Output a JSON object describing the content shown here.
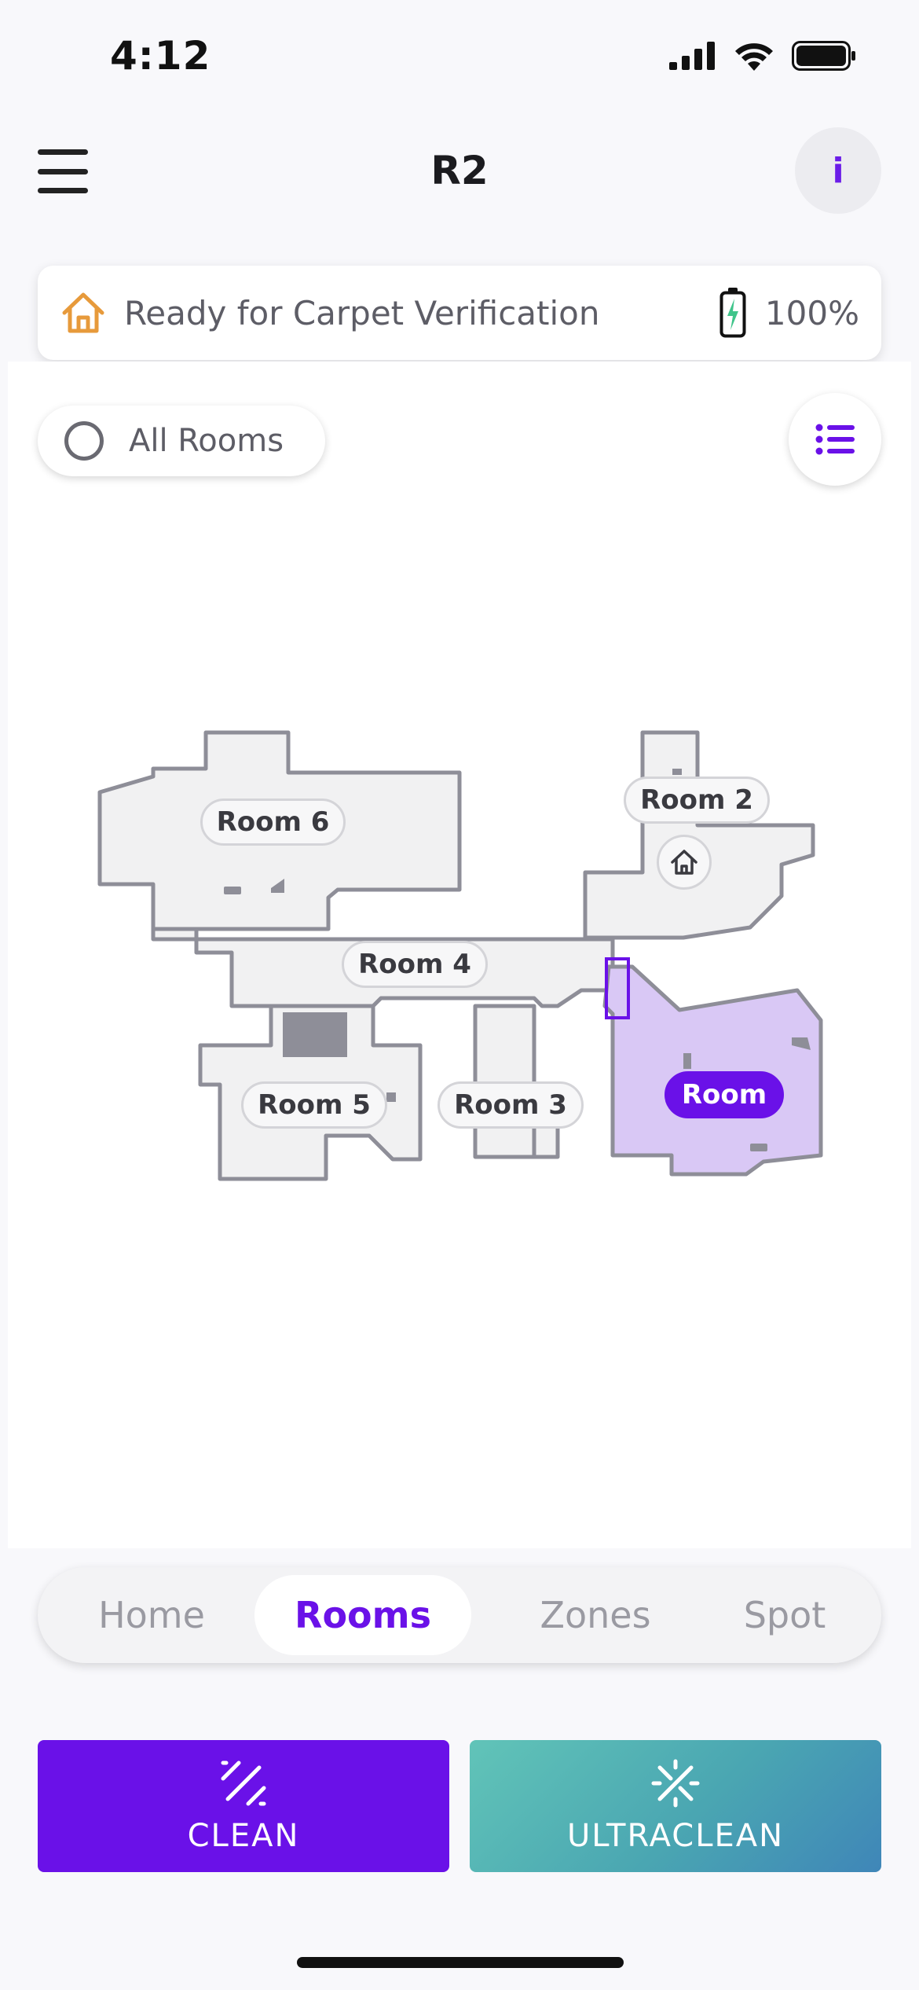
{
  "status_bar": {
    "time": "4:12"
  },
  "header": {
    "title": "R2",
    "info_label": "i"
  },
  "status_card": {
    "message": "Ready for Carpet Verification",
    "battery": "100%"
  },
  "map": {
    "all_rooms_label": "All Rooms",
    "rooms": [
      {
        "label": "Room 6",
        "selected": false
      },
      {
        "label": "Room 2",
        "selected": false
      },
      {
        "label": "Room 4",
        "selected": false
      },
      {
        "label": "Room 5",
        "selected": false
      },
      {
        "label": "Room 3",
        "selected": false
      },
      {
        "label": "Room",
        "selected": true
      }
    ]
  },
  "mode_tabs": [
    {
      "label": "Home",
      "active": false
    },
    {
      "label": "Rooms",
      "active": true
    },
    {
      "label": "Zones",
      "active": false
    },
    {
      "label": "Spot",
      "active": false
    }
  ],
  "actions": {
    "clean_label": "CLEAN",
    "ultraclean_label": "ULTRACLEAN"
  },
  "colors": {
    "accent": "#6a11e8",
    "selected_room_fill": "#d9c8f5",
    "map_wall": "#8e8e98",
    "map_floor": "#f1f1f2",
    "home_icon": "#e79a3b",
    "battery_bolt": "#3fc48a"
  }
}
